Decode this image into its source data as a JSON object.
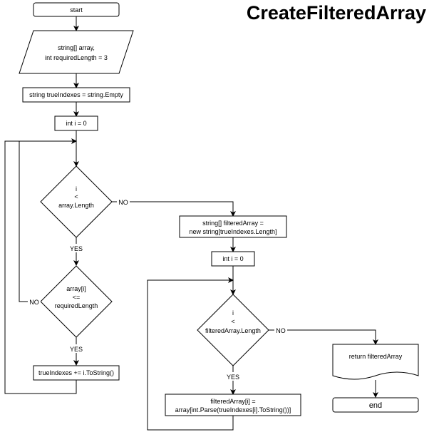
{
  "title": "CreateFilteredArray",
  "nodes": {
    "start": "start",
    "input_line1": "string[] array,",
    "input_line2": "int requiredLength = 3",
    "init_true_indexes": "string trueIndexes = string.Empty",
    "init_i_1": "int i = 0",
    "cond1_line1": "i",
    "cond1_line2": "<",
    "cond1_line3": "array.Length",
    "cond2_line1": "array[i]",
    "cond2_line2": "<=",
    "cond2_line3": "requiredLength",
    "append": "trueIndexes += i.ToString()",
    "create_filtered_line1": "string[] filteredArray =",
    "create_filtered_line2": "new string[trueIndexes.Length]",
    "init_i_2": "int i = 0",
    "cond3_line1": "i",
    "cond3_line2": "<",
    "cond3_line3": "filteredArray.Length",
    "assign_line1": "filteredArray[i] =",
    "assign_line2": "array[int.Parse(trueIndexes[i].ToString())]",
    "return": "return filteredArray",
    "end": "end"
  },
  "edge_labels": {
    "cond1_yes": "YES",
    "cond1_no": "NO",
    "cond2_yes": "YES",
    "cond2_no": "NO",
    "cond3_yes": "YES",
    "cond3_no": "NO"
  }
}
